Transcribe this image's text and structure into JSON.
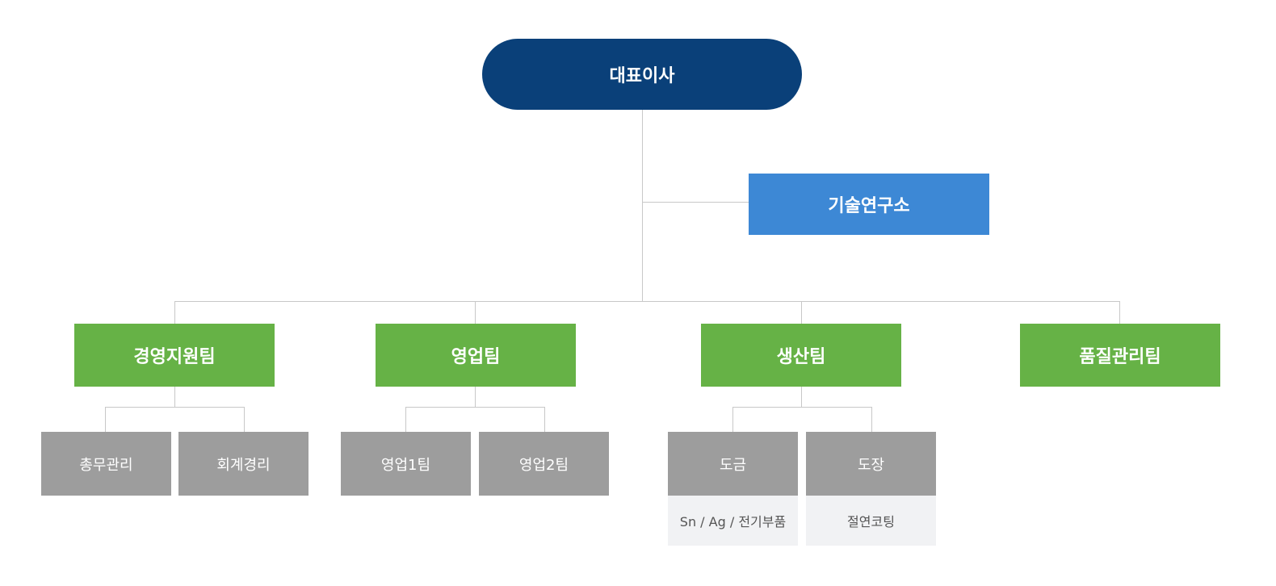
{
  "chart": {
    "ceo": "대표이사",
    "lab": "기술연구소",
    "teams": [
      {
        "label": "경영지원팀",
        "subs": [
          "총무관리",
          "회계경리"
        ]
      },
      {
        "label": "영업팀",
        "subs": [
          "영업1팀",
          "영업2팀"
        ]
      },
      {
        "label": "생산팀",
        "subs": [
          "도금",
          "도장"
        ],
        "notes": [
          "Sn / Ag / 전기부품",
          "절연코팅"
        ]
      },
      {
        "label": "품질관리팀",
        "subs": []
      }
    ]
  },
  "colors": {
    "ceo": "#0a4079",
    "lab": "#3d88d5",
    "team": "#66b246",
    "sub": "#9d9d9d",
    "note": "#f1f2f4",
    "connector": "#c8c8c8"
  }
}
